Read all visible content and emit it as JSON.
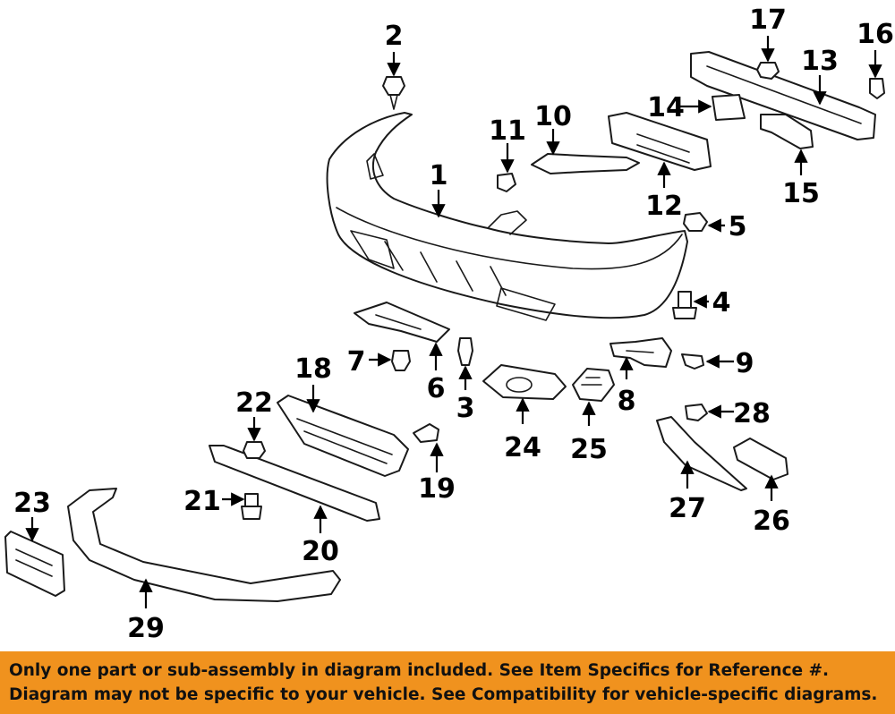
{
  "callouts": [
    {
      "id": "1",
      "label": "1"
    },
    {
      "id": "2",
      "label": "2"
    },
    {
      "id": "3",
      "label": "3"
    },
    {
      "id": "4",
      "label": "4"
    },
    {
      "id": "5",
      "label": "5"
    },
    {
      "id": "6",
      "label": "6"
    },
    {
      "id": "7",
      "label": "7"
    },
    {
      "id": "8",
      "label": "8"
    },
    {
      "id": "9",
      "label": "9"
    },
    {
      "id": "10",
      "label": "10"
    },
    {
      "id": "11",
      "label": "11"
    },
    {
      "id": "12",
      "label": "12"
    },
    {
      "id": "13",
      "label": "13"
    },
    {
      "id": "14",
      "label": "14"
    },
    {
      "id": "15",
      "label": "15"
    },
    {
      "id": "16",
      "label": "16"
    },
    {
      "id": "17",
      "label": "17"
    },
    {
      "id": "18",
      "label": "18"
    },
    {
      "id": "19",
      "label": "19"
    },
    {
      "id": "20",
      "label": "20"
    },
    {
      "id": "21",
      "label": "21"
    },
    {
      "id": "22",
      "label": "22"
    },
    {
      "id": "23",
      "label": "23"
    },
    {
      "id": "24",
      "label": "24"
    },
    {
      "id": "25",
      "label": "25"
    },
    {
      "id": "26",
      "label": "26"
    },
    {
      "id": "27",
      "label": "27"
    },
    {
      "id": "28",
      "label": "28"
    },
    {
      "id": "29",
      "label": "29"
    }
  ],
  "banner": {
    "line1": "Only one part or sub-assembly in diagram included. See Item Specifics for Reference #.",
    "line2": "Diagram may not be specific to your vehicle. See Compatibility for vehicle-specific diagrams."
  },
  "colors": {
    "banner_background": "#f0921e",
    "line_art": "#1a1a1a",
    "background": "#ffffff"
  }
}
